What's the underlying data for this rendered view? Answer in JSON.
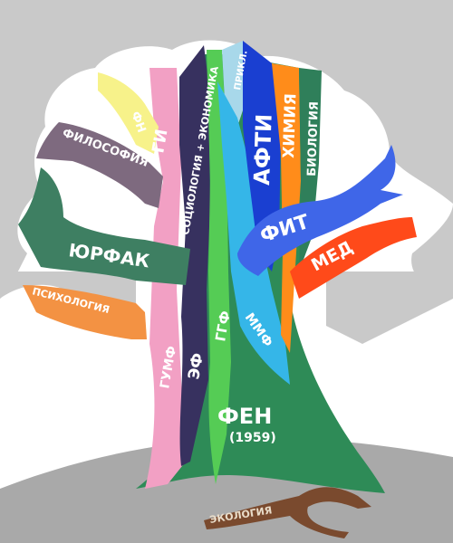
{
  "title": "",
  "colors": {
    "sky": "#ffffff",
    "foliage": "#c9c9c9",
    "ground": "#a9a9a9",
    "trunk_main": "#2e8b57",
    "fen": "#2e8b57",
    "yellow": "#f7f28a",
    "pink": "#f2a0c4",
    "navy": "#37315f",
    "green_light": "#55cc55",
    "sky_light": "#a8d8ea",
    "cyan": "#35b6e8",
    "blue": "#1a3fd1",
    "orange": "#ff8c1a",
    "teal": "#2f7f5a",
    "fit_blue": "#3f66e8",
    "red": "#ff4a1a",
    "purple_gray": "#7e6a7f",
    "dark_green": "#3e7f62",
    "psych_orange": "#f39243",
    "root_brown": "#7a4a2e"
  },
  "branches": {
    "fn": "ФН",
    "gi": "ГИ",
    "philosophy": "ФИЛОСОФИЯ",
    "sociology": "СОЦИОЛОГИЯ + ЭКОНОМИКА",
    "prikl": "ПРИКЛ.",
    "afti": "АФТИ",
    "chemistry": "ХИМИЯ",
    "biology": "БИОЛОГИЯ",
    "fit": "ФИТ",
    "med": "МЕД",
    "jurfak": "ЮРФАК",
    "psychology": "ПСИХОЛОГИЯ",
    "gumf": "ГУМФ",
    "ef": "ЭФ",
    "ggf": "ГГФ",
    "mmf": "ММФ",
    "fen": "ФЕН",
    "fen_year": "(1959)",
    "ecology": "ЭКОЛОГИЯ"
  }
}
